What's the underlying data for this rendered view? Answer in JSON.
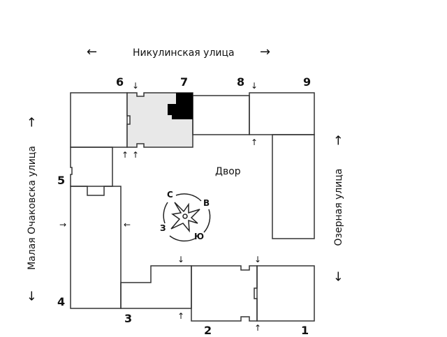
{
  "streets": {
    "top": "Никулинская улица",
    "left": "Малая Очаковска улица",
    "right": "Озерная улица"
  },
  "courtyard": "Двор",
  "compass": {
    "north": "С",
    "east": "В",
    "west": "З",
    "south": "Ю"
  },
  "sections": [
    "1",
    "2",
    "3",
    "4",
    "5",
    "6",
    "7",
    "8",
    "9"
  ],
  "highlighted_section": "7",
  "colors": {
    "highlight": "#e8e8e8",
    "selected_unit": "#000000",
    "line": "#333333"
  },
  "arrows": {
    "down": "↓",
    "up": "↑",
    "left": "←",
    "right": "→"
  }
}
